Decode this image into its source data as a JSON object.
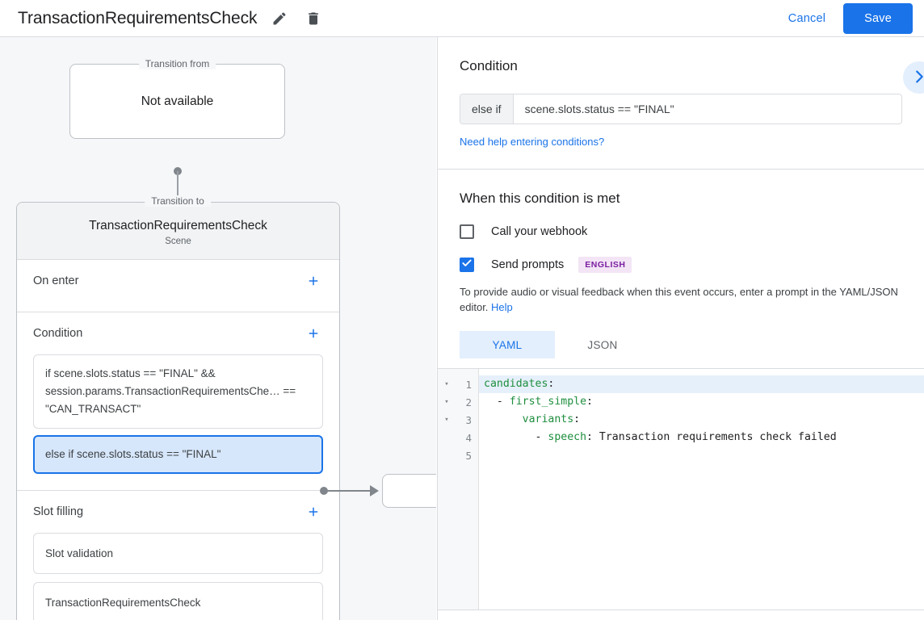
{
  "topbar": {
    "title": "TransactionRequirementsCheck",
    "edit_icon": "pencil-icon",
    "delete_icon": "trash-icon",
    "cancel_label": "Cancel",
    "save_label": "Save",
    "accent_color": "#1a73e8"
  },
  "graph": {
    "from_legend": "Transition from",
    "from_value": "Not available",
    "to_legend": "Transition to",
    "scene_name": "TransactionRequirementsCheck",
    "scene_type": "Scene",
    "sections": [
      {
        "title": "On enter",
        "add_label": "+"
      },
      {
        "title": "Condition",
        "add_label": "+"
      },
      {
        "title": "Slot filling",
        "add_label": "+"
      }
    ],
    "conditions": [
      {
        "text": "if scene.slots.status == \"FINAL\" && session.params.TransactionRequirementsChe… == \"CAN_TRANSACT\"",
        "selected": false
      },
      {
        "text": "else if scene.slots.status == \"FINAL\"",
        "selected": true
      }
    ],
    "slot_filling": [
      "Slot validation",
      "TransactionRequirementsCheck"
    ]
  },
  "detail": {
    "condition_heading": "Condition",
    "condition_prefix": "else if",
    "condition_value": "scene.slots.status == \"FINAL\"",
    "condition_help_link": "Need help entering conditions?",
    "collapse_icon": "chevron-right-icon",
    "met_heading": "When this condition is met",
    "webhook_label": "Call your webhook",
    "webhook_checked": false,
    "prompts_label": "Send prompts",
    "prompts_checked": true,
    "language_badge": "ENGLISH",
    "helper_text": "To provide audio or visual feedback when this event occurs, enter a prompt in the YAML/JSON editor.",
    "helper_link": "Help",
    "tabs": [
      {
        "label": "YAML",
        "active": true
      },
      {
        "label": "JSON",
        "active": false
      }
    ],
    "editor": {
      "line_numbers": [
        "1",
        "2",
        "3",
        "4",
        "5"
      ],
      "fold_markers": [
        "▾",
        "▾",
        "▾",
        "",
        ""
      ],
      "lines": [
        {
          "key": "candidates",
          "indent": 0,
          "prefix": "",
          "value": "",
          "highlighted": true
        },
        {
          "key": "first_simple",
          "indent": 2,
          "prefix": "- ",
          "value": "",
          "highlighted": false
        },
        {
          "key": "variants",
          "indent": 6,
          "prefix": "",
          "value": "",
          "highlighted": false
        },
        {
          "key": "speech",
          "indent": 8,
          "prefix": "- ",
          "value": " Transaction requirements check failed",
          "highlighted": false
        },
        {
          "key": "",
          "indent": 0,
          "prefix": "",
          "value": "",
          "highlighted": false
        }
      ]
    }
  }
}
